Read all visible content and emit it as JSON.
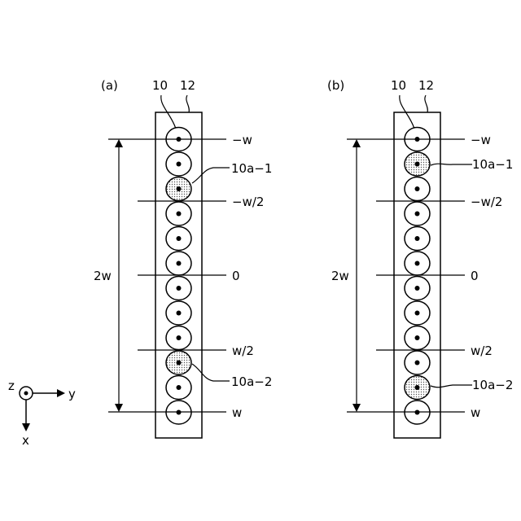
{
  "panels": [
    {
      "label": "(a)",
      "fiber_ref": "10",
      "sheet_ref": "12",
      "span_label": "2w",
      "marks": [
        "−w",
        "−w/2",
        "0",
        "w/2",
        "w"
      ],
      "highlight_labels": [
        "10a−1",
        "10a−2"
      ],
      "fiber_count": 12,
      "highlighted_fibers": [
        3,
        10
      ]
    },
    {
      "label": "(b)",
      "fiber_ref": "10",
      "sheet_ref": "12",
      "span_label": "2w",
      "marks": [
        "−w",
        "−w/2",
        "0",
        "w/2",
        "w"
      ],
      "highlight_labels": [
        "10a−1",
        "10a−2"
      ],
      "fiber_count": 12,
      "highlighted_fibers": [
        2,
        11
      ]
    }
  ],
  "axes": {
    "out_of_plane": "z",
    "horizontal": "y",
    "vertical": "x"
  },
  "colors": {
    "ink": "#000000",
    "highlight_dots": "#555555",
    "paper": "#ffffff"
  }
}
